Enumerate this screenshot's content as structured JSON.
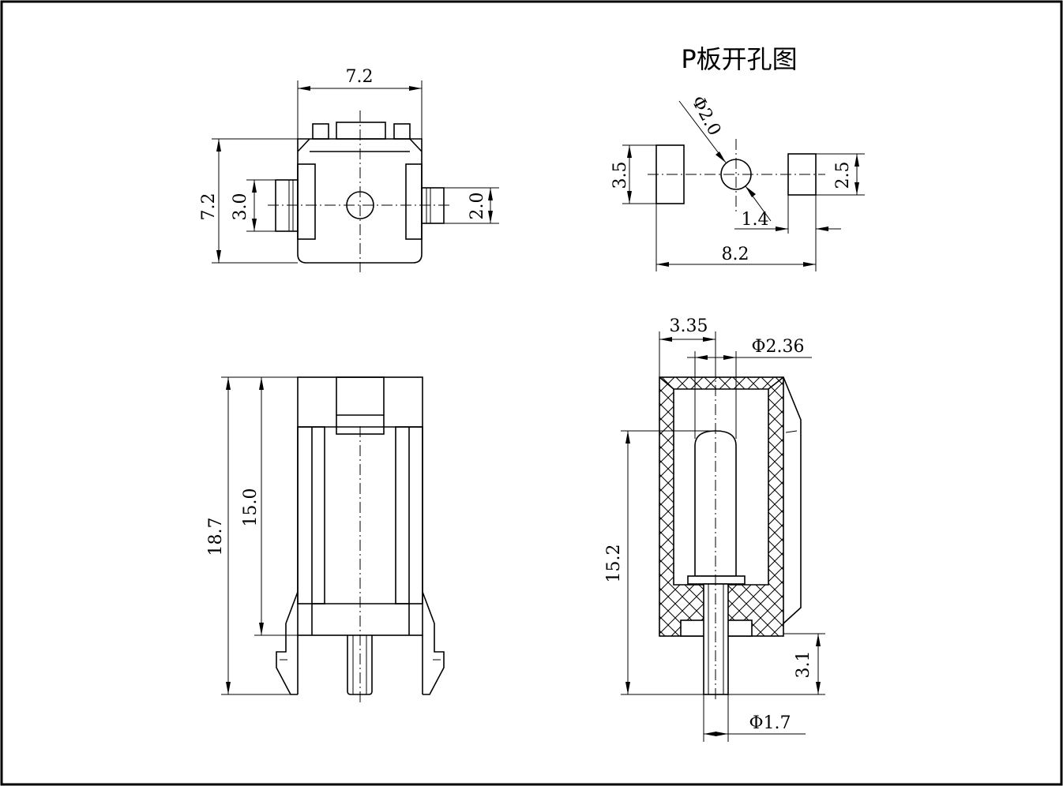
{
  "title": "P板开孔图",
  "top_view": {
    "width": "7.2",
    "height": "7.2",
    "left_tab": "3.0",
    "right_tab": "2.0"
  },
  "hole_pattern": {
    "hole_diameter": "Φ2.0",
    "left_pad": "3.5",
    "right_pad": "2.5",
    "gap": "1.4",
    "span": "8.2"
  },
  "front_view": {
    "overall_height": "18.7",
    "body_height": "15.0"
  },
  "section_view": {
    "offset": "3.35",
    "plunger_diameter": "Φ2.36",
    "travel_height": "15.2",
    "pin_length": "3.1",
    "pin_diameter": "Φ1.7"
  }
}
